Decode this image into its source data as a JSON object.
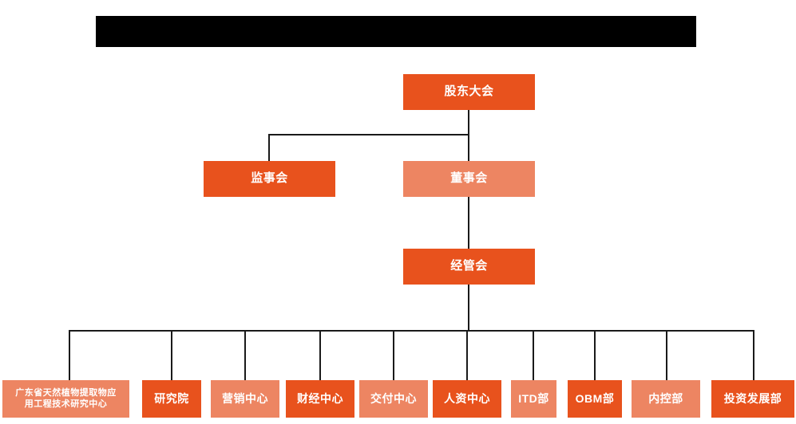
{
  "chart_data": {
    "type": "diagram",
    "subtype": "organization-chart",
    "title_bar": {
      "label": "",
      "redacted": true,
      "color": "#000000"
    },
    "colors": {
      "dark_orange": "#E8521D",
      "light_salmon": "#ED8562",
      "connector": "#1a1a1a",
      "background": "#ffffff",
      "text": "#ffffff"
    },
    "levels": [
      {
        "level": 1,
        "nodes": [
          "股东大会"
        ]
      },
      {
        "level": 2,
        "nodes": [
          "监事会",
          "董事会"
        ]
      },
      {
        "level": 3,
        "nodes": [
          "经管会"
        ]
      },
      {
        "level": 4,
        "nodes": [
          "广东省天然植物提取物应用工程技术研究中心",
          "研究院",
          "营销中心",
          "财经中心",
          "交付中心",
          "人资中心",
          "ITD部",
          "OBM部",
          "内控部",
          "投资发展部"
        ]
      }
    ],
    "edges": [
      {
        "from": "股东大会",
        "to": "监事会"
      },
      {
        "from": "股东大会",
        "to": "董事会"
      },
      {
        "from": "董事会",
        "to": "经管会"
      },
      {
        "from": "经管会",
        "to": "广东省天然植物提取物应用工程技术研究中心"
      },
      {
        "from": "经管会",
        "to": "研究院"
      },
      {
        "from": "经管会",
        "to": "营销中心"
      },
      {
        "from": "经管会",
        "to": "财经中心"
      },
      {
        "from": "经管会",
        "to": "交付中心"
      },
      {
        "from": "经管会",
        "to": "人资中心"
      },
      {
        "from": "经管会",
        "to": "ITD部"
      },
      {
        "from": "经管会",
        "to": "OBM部"
      },
      {
        "from": "经管会",
        "to": "内控部"
      },
      {
        "from": "经管会",
        "to": "投资发展部"
      }
    ]
  },
  "nodes": {
    "shareholders_meeting": {
      "label": "股东大会",
      "color": "dark"
    },
    "board_of_supervisors": {
      "label": "监事会",
      "color": "dark"
    },
    "board_of_directors": {
      "label": "董事会",
      "color": "light"
    },
    "management_committee": {
      "label": "经管会",
      "color": "dark"
    },
    "research_center": {
      "label_line1": "广东省天然植物提取物应",
      "label_line2": "用工程技术研究中心",
      "color": "light"
    },
    "research_institute": {
      "label": "研究院",
      "color": "dark"
    },
    "marketing_center": {
      "label": "营销中心",
      "color": "light"
    },
    "finance_center": {
      "label": "财经中心",
      "color": "dark"
    },
    "delivery_center": {
      "label": "交付中心",
      "color": "light"
    },
    "hr_center": {
      "label": "人资中心",
      "color": "dark"
    },
    "itd_department": {
      "label": "ITD部",
      "color": "light"
    },
    "obm_department": {
      "label": "OBM部",
      "color": "dark"
    },
    "internal_control_department": {
      "label": "内控部",
      "color": "light"
    },
    "investment_development_department": {
      "label": "投资发展部",
      "color": "dark"
    }
  }
}
